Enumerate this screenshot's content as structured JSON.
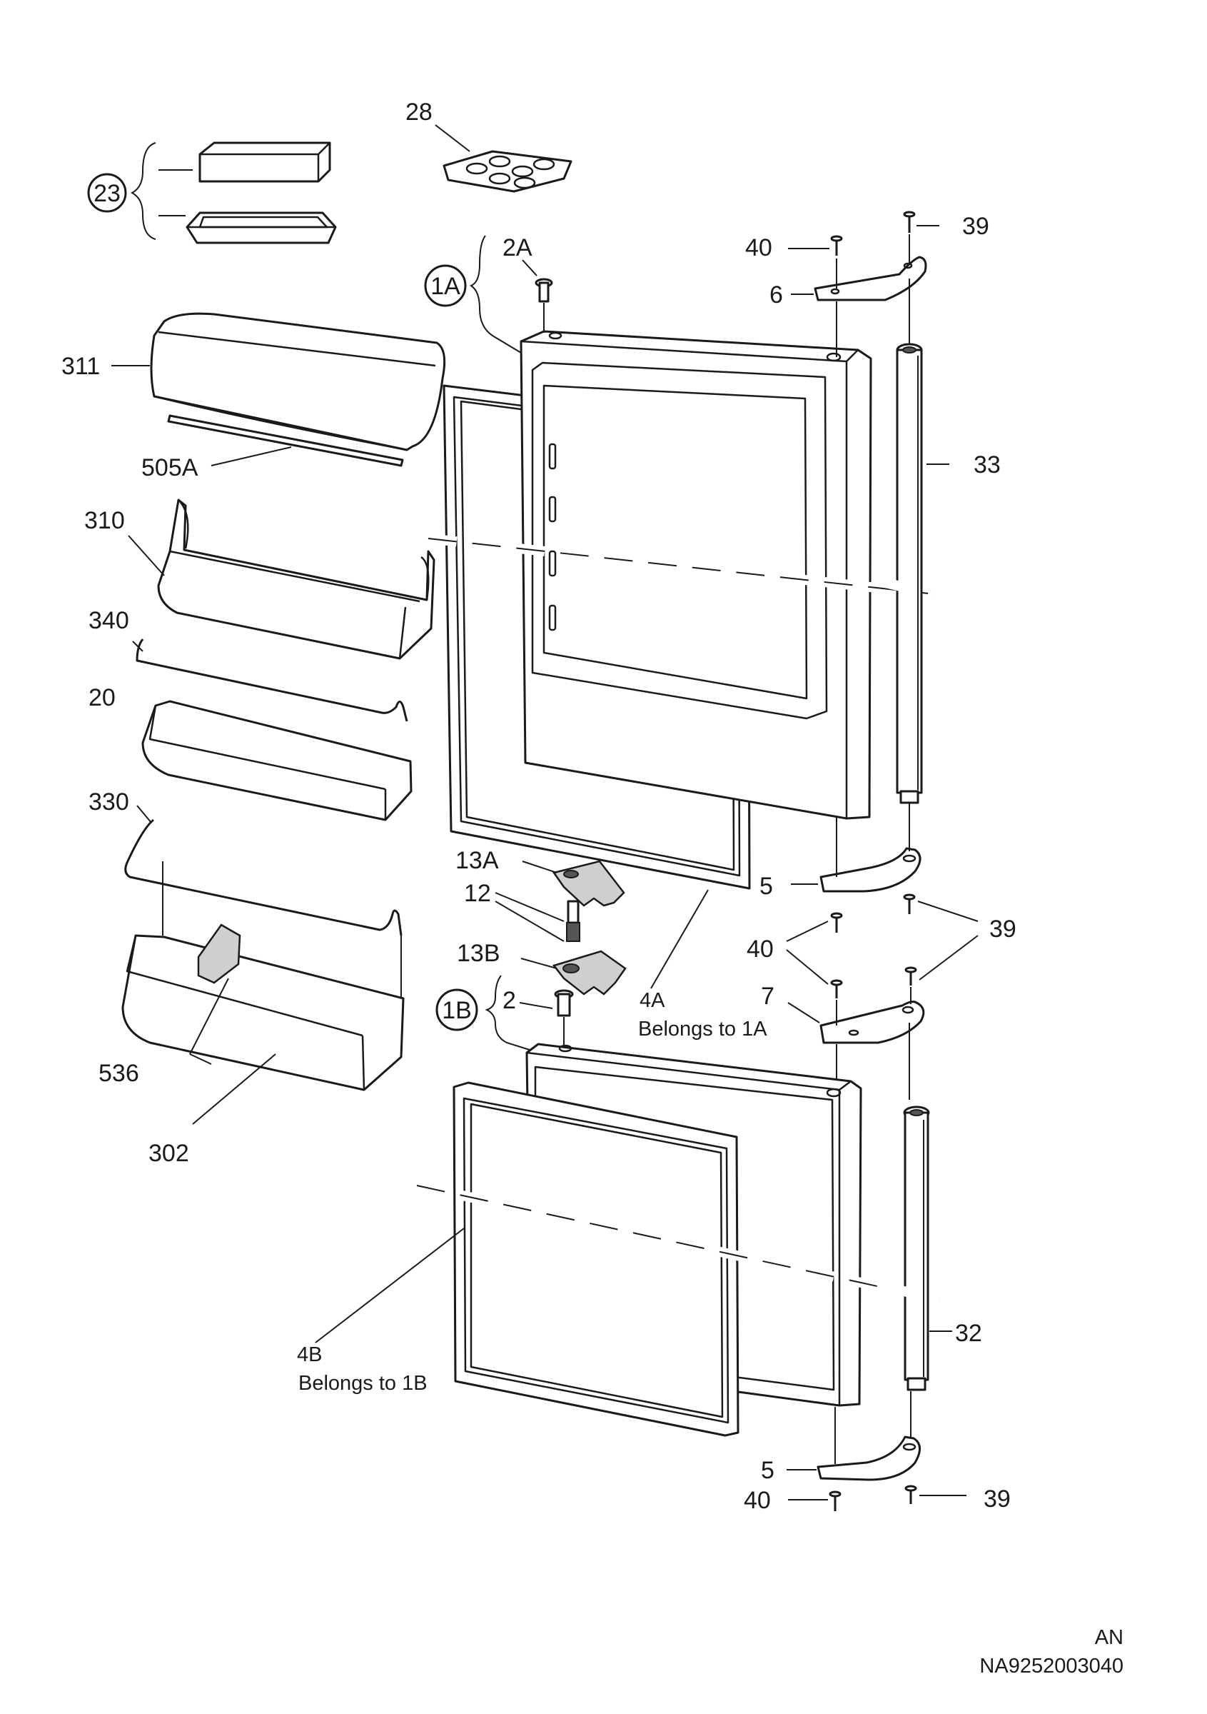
{
  "labels": {
    "p28": "28",
    "p23": "23",
    "p2A": "2A",
    "p1A": "1A",
    "p40_top": "40",
    "p39_top": "39",
    "p6": "6",
    "p311": "311",
    "p505A": "505A",
    "p33": "33",
    "p310": "310",
    "p340": "340",
    "p20": "20",
    "p330": "330",
    "p13A": "13A",
    "p12": "12",
    "p13B": "13B",
    "p5_mid": "5",
    "p40_mid": "40",
    "p39_mid": "39",
    "p7": "7",
    "p1B": "1B",
    "p2": "2",
    "p4A": "4A",
    "p4A_note": "Belongs to 1A",
    "p536": "536",
    "p302": "302",
    "p32": "32",
    "p4B": "4B",
    "p4B_note": "Belongs to 1B",
    "p5_bot": "5",
    "p40_bot": "40",
    "p39_bot": "39"
  },
  "footer": {
    "lang": "AN",
    "code": "NA9252003040"
  }
}
